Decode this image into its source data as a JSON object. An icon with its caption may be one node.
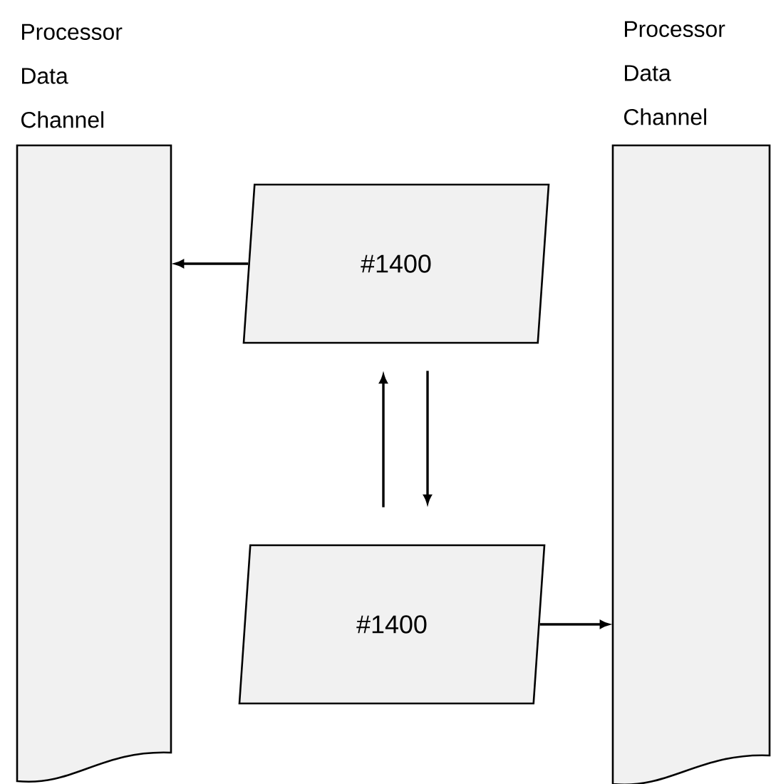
{
  "diagram": {
    "nodes": [
      {
        "text": [
          "Processor Data Channel"
        ]
      },
      {
        "text": [
          "Processor Data Channel"
        ]
      },
      {
        "text": [
          "#1400"
        ]
      },
      {
        "text": [
          "#1400"
        ]
      }
    ],
    "edges": [
      {
        "from": 2,
        "to": 0,
        "arrow": "to"
      },
      {
        "from": 3,
        "to": 2,
        "arrow": "to"
      },
      {
        "from": 2,
        "to": 3,
        "arrow": "to"
      },
      {
        "from": 3,
        "to": 1,
        "arrow": "to"
      }
    ]
  }
}
